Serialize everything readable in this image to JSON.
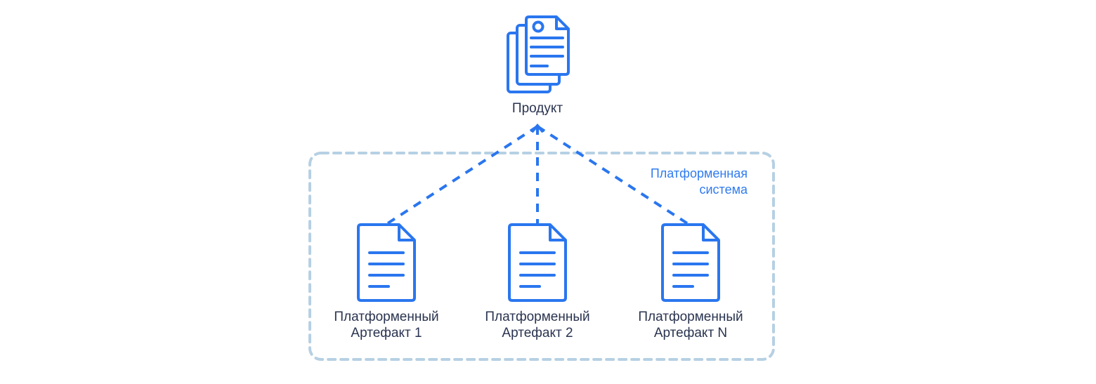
{
  "product": {
    "label": "Продукт",
    "icon": "documents-stack-icon"
  },
  "platform_system": {
    "label_line1": "Платформенная",
    "label_line2": "система"
  },
  "artifacts": [
    {
      "line1": "Платформенный",
      "line2": "Артефакт 1",
      "icon": "document-icon"
    },
    {
      "line1": "Платформенный",
      "line2": "Артефакт 2",
      "icon": "document-icon"
    },
    {
      "line1": "Платформенный",
      "line2": "Артефакт N",
      "icon": "document-icon"
    }
  ],
  "colors": {
    "icon": "#2a76ef",
    "connector": "#2a76ef",
    "group_border": "#b6d0e3",
    "text": "#2a3450",
    "group_text": "#2f7bf0"
  }
}
